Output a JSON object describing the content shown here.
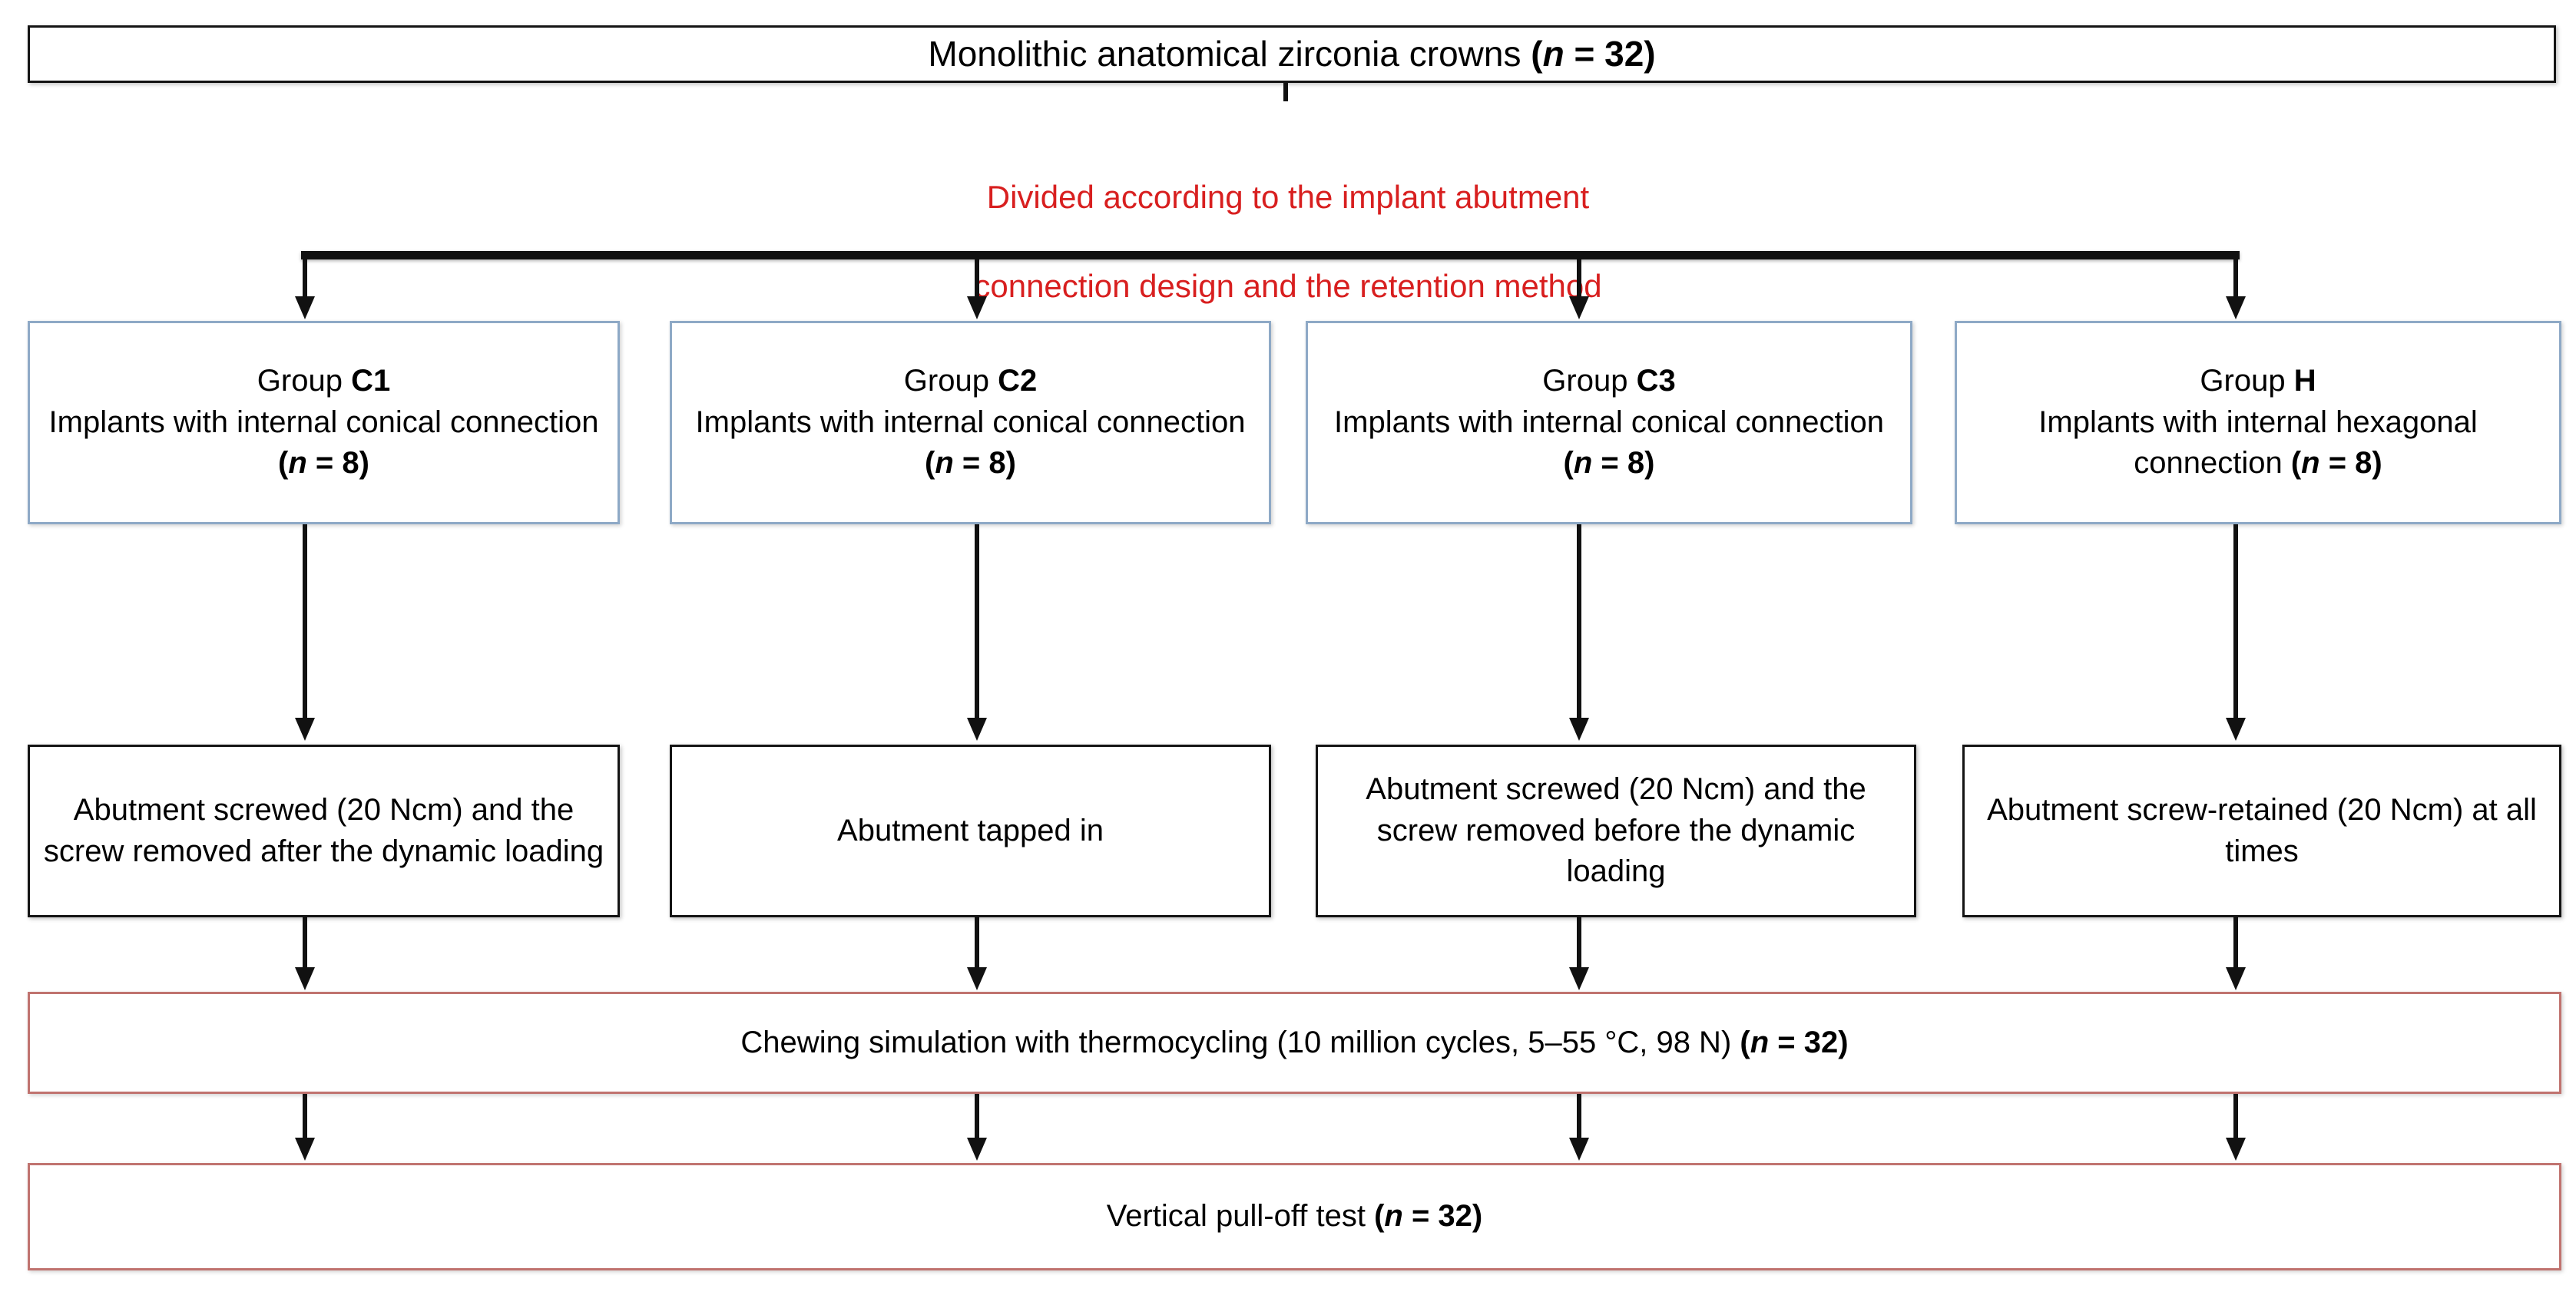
{
  "figure": {
    "kind": "study-design-flowchart"
  },
  "title_box": {
    "text_prefix": "Monolithic anatomical zirconia crowns ",
    "n_open": "(",
    "n_symbol": "n",
    "n_value": " = 32)"
  },
  "divider_note": {
    "line1": "Divided according to the implant abutment",
    "line2": "connection design and the retention method",
    "color": "#d81f1f"
  },
  "groups": [
    {
      "label_prefix": "Group ",
      "label_code": "C1",
      "description": "Implants with internal conical connection ",
      "n_open": "(",
      "n_symbol": "n",
      "n_value": " = 8)",
      "treatment": "Abutment screwed (20 Ncm) and the screw removed after the dynamic loading"
    },
    {
      "label_prefix": "Group ",
      "label_code": "C2",
      "description": "Implants with internal conical connection ",
      "n_open": "(",
      "n_symbol": "n",
      "n_value": " = 8)",
      "treatment": "Abutment tapped in"
    },
    {
      "label_prefix": "Group ",
      "label_code": "C3",
      "description": "Implants with internal conical connection ",
      "n_open": "(",
      "n_symbol": "n",
      "n_value": " = 8)",
      "treatment": "Abutment screwed (20 Ncm) and the screw removed before the dynamic loading"
    },
    {
      "label_prefix": "Group ",
      "label_code": "H",
      "description": "Implants with internal hexagonal connection ",
      "n_open": "(",
      "n_symbol": "n",
      "n_value": " = 8)",
      "treatment": "Abutment screw-retained (20 Ncm) at all times"
    }
  ],
  "chewing_box": {
    "text_prefix": "Chewing simulation with thermocycling (10 million cycles, 5–55 °C, 98 N) ",
    "n_open": "(",
    "n_symbol": "n",
    "n_value": " = 32)"
  },
  "pulloff_box": {
    "text_prefix": "Vertical pull-off test ",
    "n_open": "(",
    "n_symbol": "n",
    "n_value": " = 32)"
  },
  "colors": {
    "black_border": "#141414",
    "blue_border": "#8ea9c6",
    "red_border": "#c0736f",
    "note_red": "#d81f1f",
    "connector": "#111111",
    "background": "#ffffff"
  }
}
